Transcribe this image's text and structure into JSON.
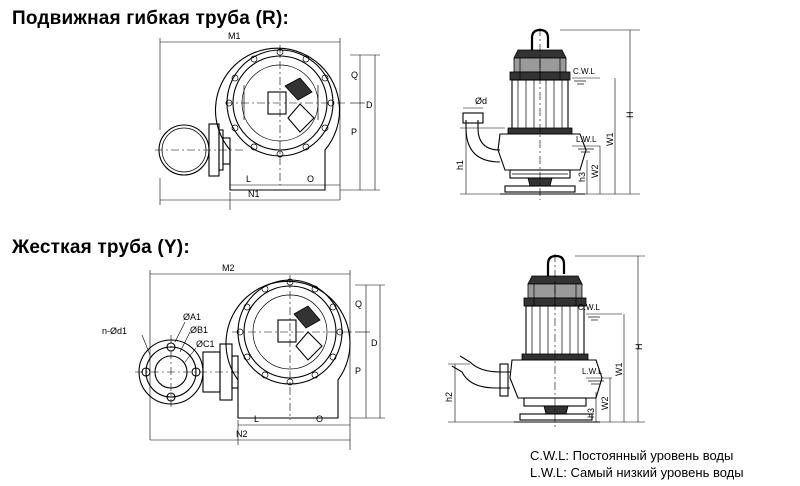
{
  "titles": {
    "flexible": "Подвижная гибкая труба (R):",
    "rigid": "Жесткая труба (Y):"
  },
  "labels_r": {
    "m1": "M1",
    "q": "Q",
    "d": "D",
    "p": "P",
    "l": "L",
    "o": "O",
    "n1": "N1",
    "phi_d": "Ød",
    "h1": "h1",
    "h3": "h3",
    "w2": "W2",
    "w1": "W1",
    "h": "H",
    "cwl": "C.W.L",
    "lwl": "L.W.L"
  },
  "labels_y": {
    "m2": "M2",
    "q": "Q",
    "d": "D",
    "p": "P",
    "l": "L",
    "o": "O",
    "n2": "N2",
    "nd1": "n-Ød1",
    "a1": "ØA1",
    "b1": "ØB1",
    "c1": "ØC1",
    "h2": "h2",
    "h3": "h3",
    "w2": "W2",
    "w1": "W1",
    "h": "H",
    "cwl": "C.W.L",
    "lwl": "L.W.L"
  },
  "legend": {
    "cwl": "C.W.L: Постоянный уровень воды",
    "lwl": "L.W.L: Самый низкий уровень воды"
  }
}
